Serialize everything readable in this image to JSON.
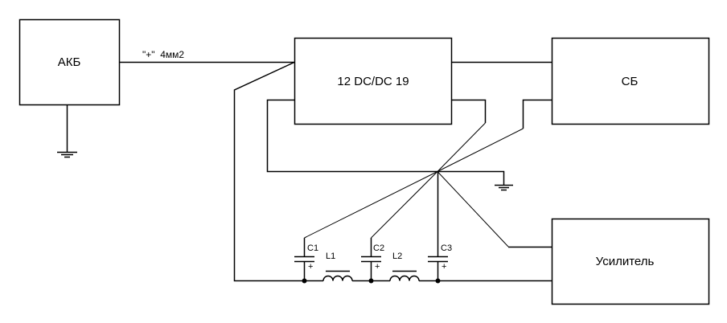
{
  "diagram": {
    "blocks": {
      "battery": "АКБ",
      "converter": "12 DC/DC 19",
      "sb": "СБ",
      "amplifier": "Усилитель"
    },
    "wire_label": "\"+\"  4мм2",
    "components": {
      "capacitors": [
        {
          "name": "C1",
          "polarity": "+"
        },
        {
          "name": "C2",
          "polarity": "+"
        },
        {
          "name": "C3",
          "polarity": "+"
        }
      ],
      "inductors": [
        {
          "name": "L1"
        },
        {
          "name": "L2"
        }
      ]
    },
    "colors": {
      "stroke": "#000000",
      "background": "#ffffff"
    }
  }
}
